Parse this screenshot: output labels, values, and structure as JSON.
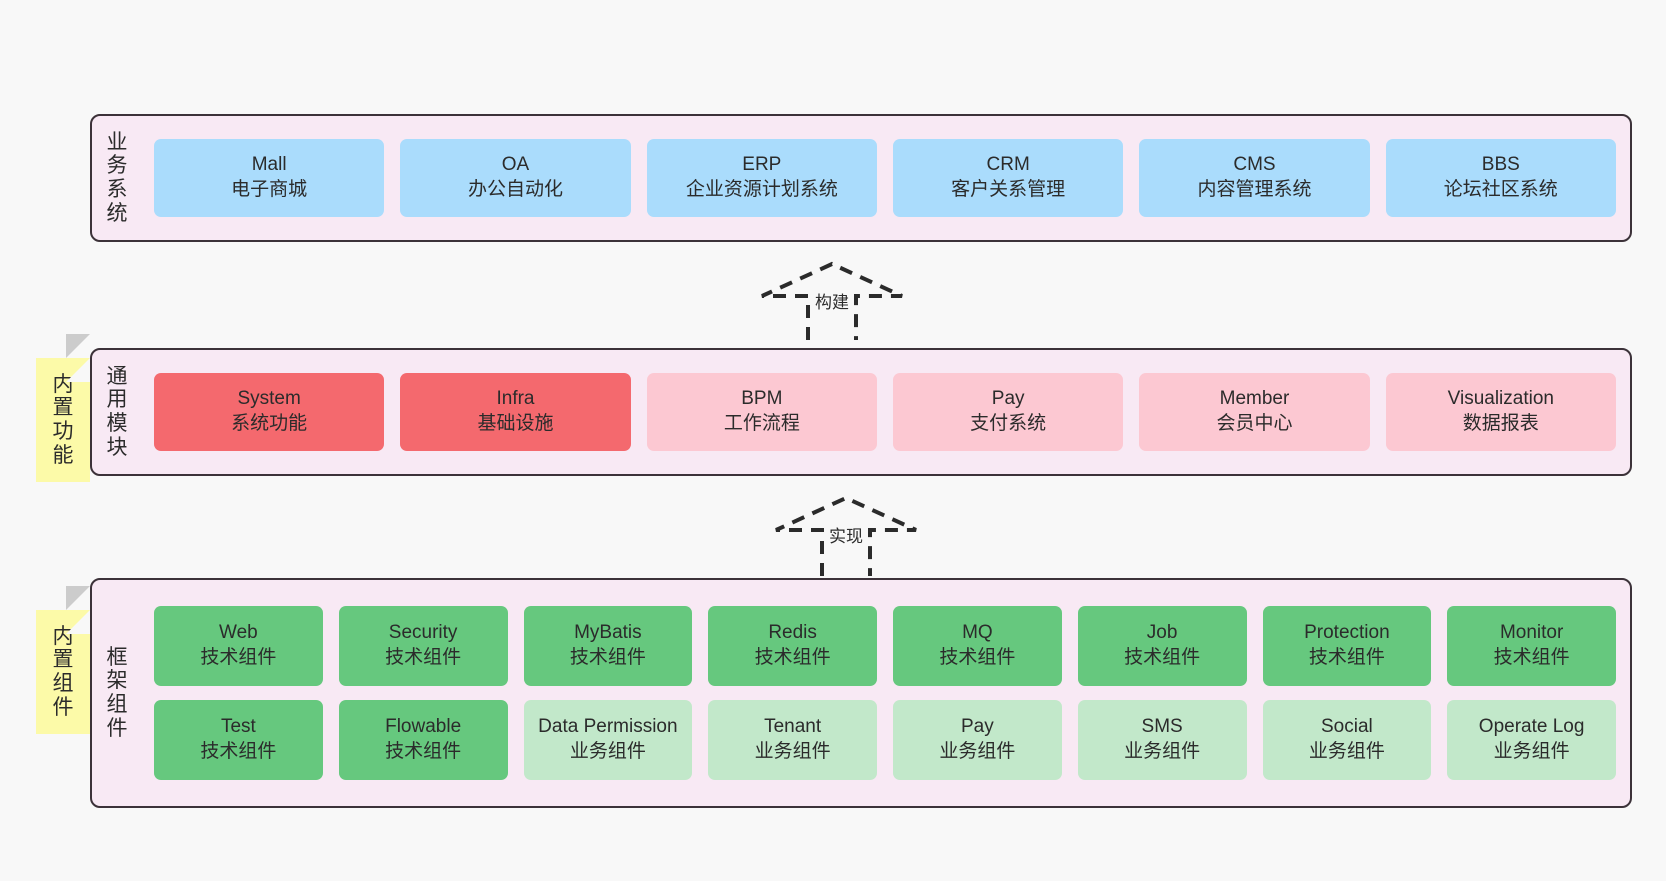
{
  "diagram": {
    "background": "#f8f8f8",
    "layer_fill": "#f8e9f4",
    "layer_border": "#3c3239",
    "colors": {
      "blue": "#aadcfc",
      "red": "#f4696e",
      "pink": "#fcc8d2",
      "green": "#66c87e",
      "mint": "#c2e8ca",
      "sticky": "#fcfaa8",
      "fold": "#cccccc"
    }
  },
  "layers": [
    {
      "id": "business-systems",
      "label": "业务系统",
      "label_chars": [
        "业",
        "务",
        "系",
        "统"
      ],
      "rows": [
        [
          {
            "name": "Mall",
            "sub": "电子商城",
            "color": "blue"
          },
          {
            "name": "OA",
            "sub": "办公自动化",
            "color": "blue"
          },
          {
            "name": "ERP",
            "sub": "企业资源计划系统",
            "color": "blue"
          },
          {
            "name": "CRM",
            "sub": "客户关系管理",
            "color": "blue"
          },
          {
            "name": "CMS",
            "sub": "内容管理系统",
            "color": "blue"
          },
          {
            "name": "BBS",
            "sub": "论坛社区系统",
            "color": "blue"
          }
        ]
      ]
    },
    {
      "id": "common-modules",
      "label": "通用模块",
      "label_chars": [
        "通",
        "用",
        "模",
        "块"
      ],
      "sticky": {
        "text": "内置功能",
        "chars": [
          "内",
          "置",
          "功",
          "能"
        ]
      },
      "rows": [
        [
          {
            "name": "System",
            "sub": "系统功能",
            "color": "red"
          },
          {
            "name": "Infra",
            "sub": "基础设施",
            "color": "red"
          },
          {
            "name": "BPM",
            "sub": "工作流程",
            "color": "pink"
          },
          {
            "name": "Pay",
            "sub": "支付系统",
            "color": "pink"
          },
          {
            "name": "Member",
            "sub": "会员中心",
            "color": "pink"
          },
          {
            "name": "Visualization",
            "sub": "数据报表",
            "color": "pink"
          }
        ]
      ]
    },
    {
      "id": "framework-components",
      "label": "框架组件",
      "label_chars": [
        "框",
        "架",
        "组",
        "件"
      ],
      "sticky": {
        "text": "内置组件",
        "chars": [
          "内",
          "置",
          "组",
          "件"
        ]
      },
      "rows": [
        [
          {
            "name": "Web",
            "sub": "技术组件",
            "color": "green"
          },
          {
            "name": "Security",
            "sub": "技术组件",
            "color": "green"
          },
          {
            "name": "MyBatis",
            "sub": "技术组件",
            "color": "green"
          },
          {
            "name": "Redis",
            "sub": "技术组件",
            "color": "green"
          },
          {
            "name": "MQ",
            "sub": "技术组件",
            "color": "green"
          },
          {
            "name": "Job",
            "sub": "技术组件",
            "color": "green"
          },
          {
            "name": "Protection",
            "sub": "技术组件",
            "color": "green"
          },
          {
            "name": "Monitor",
            "sub": "技术组件",
            "color": "green"
          }
        ],
        [
          {
            "name": "Test",
            "sub": "技术组件",
            "color": "green"
          },
          {
            "name": "Flowable",
            "sub": "技术组件",
            "color": "green"
          },
          {
            "name": "Data Permission",
            "sub": "业务组件",
            "color": "mint",
            "wrap": true
          },
          {
            "name": "Tenant",
            "sub": "业务组件",
            "color": "mint"
          },
          {
            "name": "Pay",
            "sub": "业务组件",
            "color": "mint"
          },
          {
            "name": "SMS",
            "sub": "业务组件",
            "color": "mint"
          },
          {
            "name": "Social",
            "sub": "业务组件",
            "color": "mint"
          },
          {
            "name": "Operate Log",
            "sub": "业务组件",
            "color": "mint"
          }
        ]
      ]
    }
  ],
  "connectors": [
    {
      "id": "build",
      "label": "构建"
    },
    {
      "id": "implement",
      "label": "实现"
    }
  ]
}
